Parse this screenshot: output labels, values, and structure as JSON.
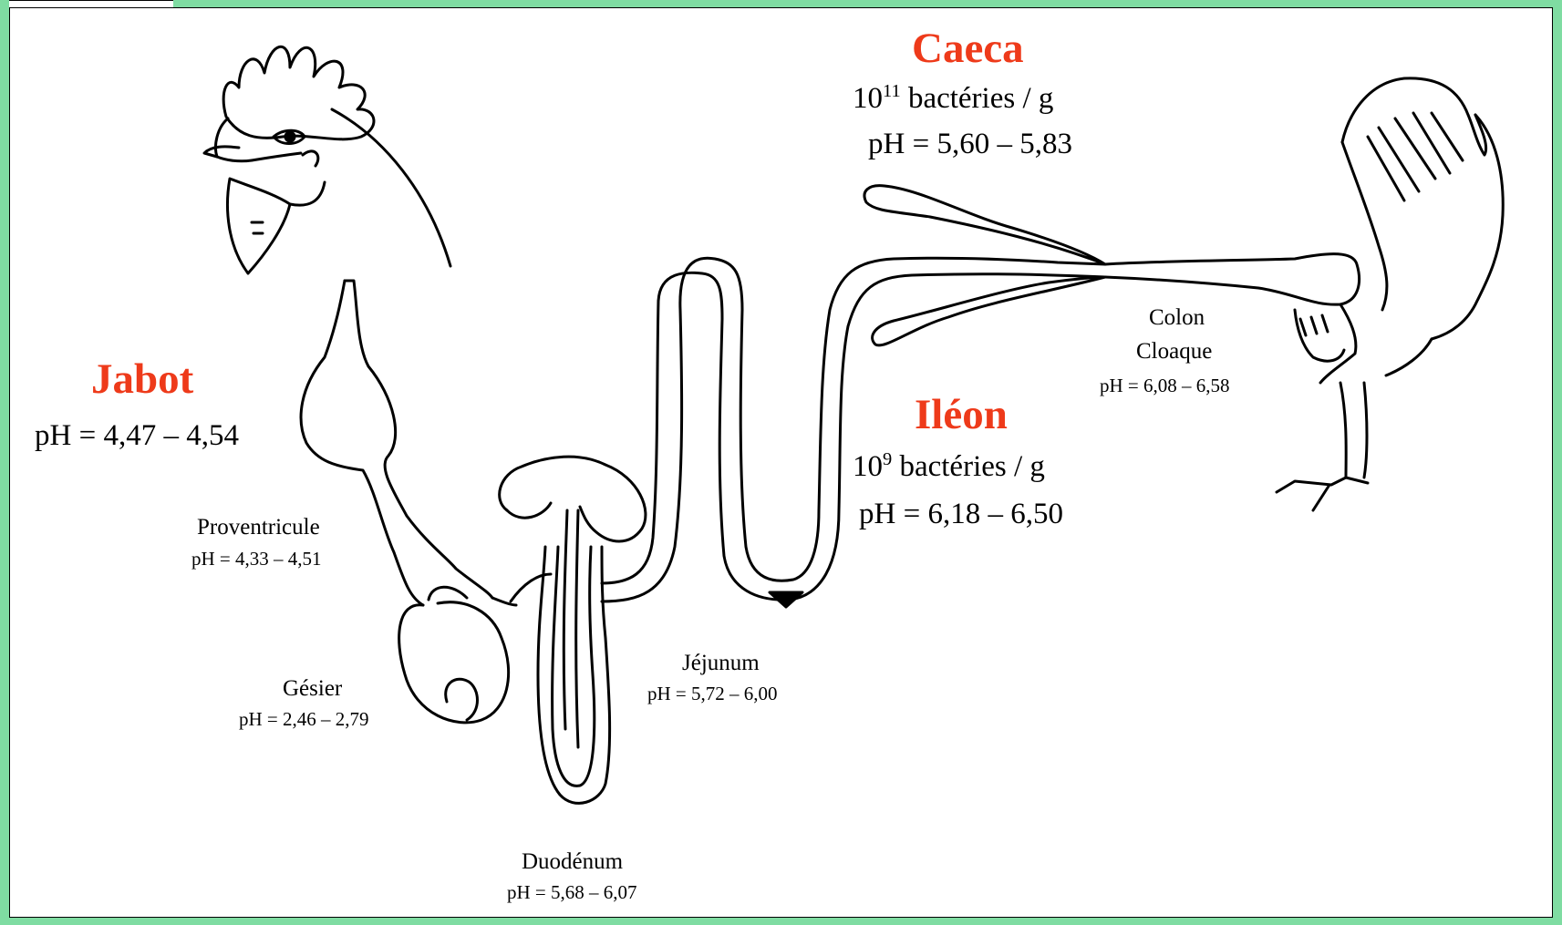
{
  "colors": {
    "accent": "#ee3a1a",
    "frame": "#7fdca2",
    "ink": "#000000"
  },
  "caeca": {
    "title": "Caeca",
    "count_base": "10",
    "count_exp": "11",
    "count_unit": " bactéries / g",
    "ph": "pH = 5,60 – 5,83"
  },
  "jabot": {
    "title": "Jabot",
    "ph": "pH = 4,47 – 4,54"
  },
  "ileon": {
    "title": "Iléon",
    "count_base": "10",
    "count_exp": "9",
    "count_unit": " bactéries / g",
    "ph": "pH = 6,18 – 6,50"
  },
  "colon": {
    "label1": "Colon",
    "label2": "Cloaque",
    "ph": "pH = 6,08 – 6,58"
  },
  "proventricule": {
    "label": "Proventricule",
    "ph": "pH = 4,33 – 4,51"
  },
  "gesier": {
    "label": "Gésier",
    "ph": "pH = 2,46 – 2,79"
  },
  "jejunum": {
    "label": "Jéjunum",
    "ph": "pH = 5,72 – 6,00"
  },
  "duodenum": {
    "label": "Duodénum",
    "ph": "pH = 5,68 – 6,07"
  }
}
